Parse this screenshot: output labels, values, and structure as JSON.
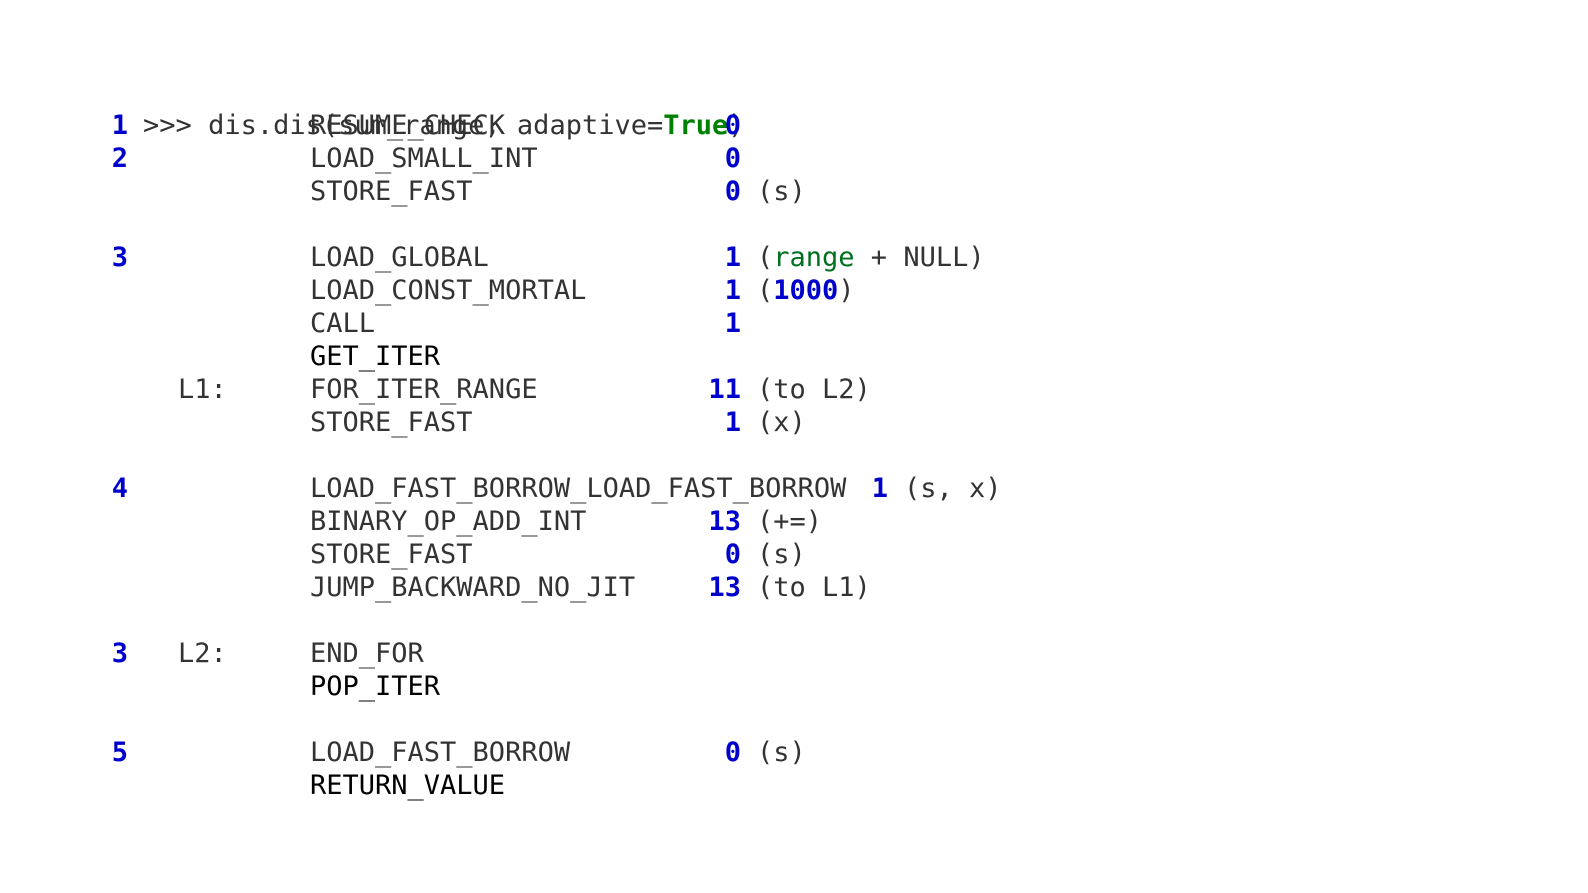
{
  "prompt": {
    "chevrons": ">>>",
    "call_prefix": "dis.dis(sum_range, adaptive=",
    "flag_value": "True",
    "call_suffix": ")"
  },
  "instructions": [
    {
      "line": "1",
      "label": "",
      "opcode": "RESUME_CHECK",
      "arg": "0",
      "note": []
    },
    {
      "line": "2",
      "label": "",
      "opcode": "LOAD_SMALL_INT",
      "arg": "0",
      "note": []
    },
    {
      "line": "",
      "label": "",
      "opcode": "STORE_FAST",
      "arg": "0",
      "note": [
        {
          "t": "(s)",
          "k": "plain"
        }
      ]
    },
    {
      "blank": true
    },
    {
      "line": "3",
      "label": "",
      "opcode": "LOAD_GLOBAL",
      "arg": "1",
      "note": [
        {
          "t": "(",
          "k": "plain"
        },
        {
          "t": "range",
          "k": "name"
        },
        {
          "t": " + NULL)",
          "k": "plain"
        }
      ]
    },
    {
      "line": "",
      "label": "",
      "opcode": "LOAD_CONST_MORTAL",
      "arg": "1",
      "note": [
        {
          "t": "(",
          "k": "plain"
        },
        {
          "t": "1000",
          "k": "num"
        },
        {
          "t": ")",
          "k": "plain"
        }
      ]
    },
    {
      "line": "",
      "label": "",
      "opcode": "CALL",
      "arg": "1",
      "note": []
    },
    {
      "line": "",
      "label": "",
      "opcode": "GET_ITER",
      "arg": "",
      "note": [],
      "dark": true
    },
    {
      "line": "",
      "label": "L1:",
      "opcode": "FOR_ITER_RANGE",
      "arg": "11",
      "note": [
        {
          "t": "(to L2)",
          "k": "plain"
        }
      ]
    },
    {
      "line": "",
      "label": "",
      "opcode": "STORE_FAST",
      "arg": "1",
      "note": [
        {
          "t": "(x)",
          "k": "plain"
        }
      ]
    },
    {
      "blank": true
    },
    {
      "line": "4",
      "label": "",
      "opcode": "LOAD_FAST_BORROW_LOAD_FAST_BORROW",
      "arg": "1",
      "note": [
        {
          "t": "(s, x)",
          "k": "plain"
        }
      ],
      "wide": true
    },
    {
      "line": "",
      "label": "",
      "opcode": "BINARY_OP_ADD_INT",
      "arg": "13",
      "note": [
        {
          "t": "(+=)",
          "k": "plain"
        }
      ]
    },
    {
      "line": "",
      "label": "",
      "opcode": "STORE_FAST",
      "arg": "0",
      "note": [
        {
          "t": "(s)",
          "k": "plain"
        }
      ]
    },
    {
      "line": "",
      "label": "",
      "opcode": "JUMP_BACKWARD_NO_JIT",
      "arg": "13",
      "note": [
        {
          "t": "(to L1)",
          "k": "plain"
        }
      ]
    },
    {
      "blank": true
    },
    {
      "line": "3",
      "label": "L2:",
      "opcode": "END_FOR",
      "arg": "",
      "note": []
    },
    {
      "line": "",
      "label": "",
      "opcode": "POP_ITER",
      "arg": "",
      "note": [],
      "dark": true
    },
    {
      "blank": true
    },
    {
      "line": "5",
      "label": "",
      "opcode": "LOAD_FAST_BORROW",
      "arg": "0",
      "note": [
        {
          "t": "(s)",
          "k": "plain"
        }
      ]
    },
    {
      "line": "",
      "label": "",
      "opcode": "RETURN_VALUE",
      "arg": "",
      "note": [],
      "dark": true
    }
  ],
  "colors": {
    "text": "#333333",
    "line_numbers": "#0000cc",
    "keyword_true": "#008000",
    "builtin_name": "#007020",
    "numbers": "#0000cc",
    "background": "#ffffff"
  }
}
